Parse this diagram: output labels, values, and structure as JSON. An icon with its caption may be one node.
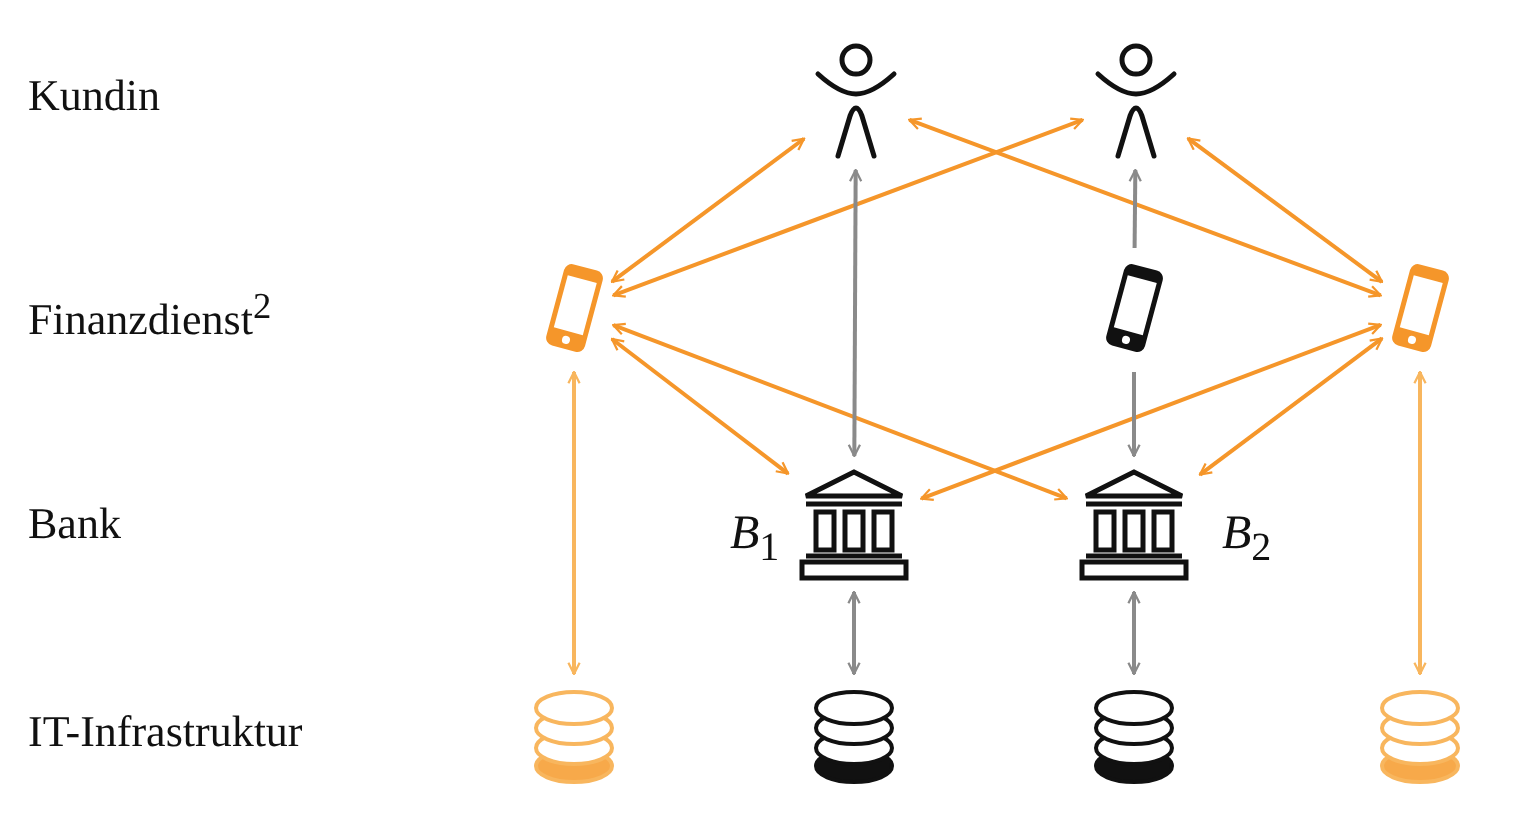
{
  "diagram": {
    "nodes": [
      {
        "text": [],
        "shape": "person"
      },
      {
        "text": [],
        "shape": "person"
      },
      {
        "text": [],
        "shape": "picture"
      },
      {
        "text": [],
        "shape": "picture"
      },
      {
        "text": [],
        "shape": "picture"
      },
      {
        "text": [],
        "shape": "picture",
        "beside": [
          "*B*$_{1}$"
        ]
      },
      {
        "text": [],
        "shape": "picture",
        "beside": [
          "*B*$_{2}$"
        ]
      },
      {
        "text": [],
        "shape": "cylinder"
      },
      {
        "text": [],
        "shape": "cylinder"
      },
      {
        "text": [],
        "shape": "cylinder"
      },
      {
        "text": [],
        "shape": "cylinder"
      }
    ],
    "edges": [
      {
        "from": 0,
        "to": 2,
        "arrow": "both"
      },
      {
        "from": 0,
        "to": 4,
        "arrow": "both"
      },
      {
        "from": 1,
        "to": 2,
        "arrow": "both"
      },
      {
        "from": 1,
        "to": 4,
        "arrow": "both"
      },
      {
        "from": 2,
        "to": 5,
        "arrow": "both"
      },
      {
        "from": 2,
        "to": 6,
        "arrow": "both"
      },
      {
        "from": 4,
        "to": 5,
        "arrow": "both"
      },
      {
        "from": 4,
        "to": 6,
        "arrow": "both"
      },
      {
        "from": 2,
        "to": 7,
        "arrow": "both",
        "color": "#f8b65e"
      },
      {
        "from": 4,
        "to": 10,
        "arrow": "both",
        "color": "#f8b65e"
      },
      {
        "from": 0,
        "to": 5,
        "arrow": "both",
        "color": "#8a8a8a"
      },
      {
        "from": 3,
        "to": 1,
        "arrow": "to",
        "color": "#8a8a8a"
      },
      {
        "from": 3,
        "to": 6,
        "arrow": "to",
        "color": "#8a8a8a"
      },
      {
        "from": 5,
        "to": 8,
        "arrow": "both",
        "color": "#8a8a8a"
      },
      {
        "from": 6,
        "to": 9,
        "arrow": "both",
        "color": "#8a8a8a"
      }
    ],
    "labels": [
      "Kundin",
      "Finanzdienst$^{2}$",
      "Bank",
      "IT-Infrastruktur"
    ]
  }
}
